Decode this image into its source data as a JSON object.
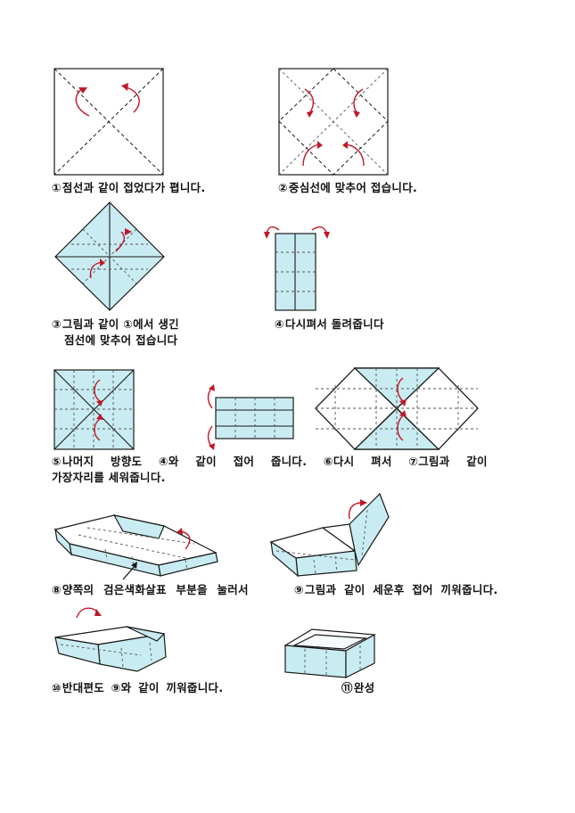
{
  "steps": [
    {
      "num": "①",
      "text": "점선과 같이 접었다가 폅니다."
    },
    {
      "num": "②",
      "text": "중심선에 맞추어 접습니다."
    },
    {
      "num": "③",
      "text": "그림과 같이 ①에서 생긴",
      "text2": "점선에 맞추어 접습니다"
    },
    {
      "num": "④",
      "text": "다시펴서 돌려줍니다"
    },
    {
      "num": "⑤",
      "text": "나머지 방향도 ④와 같이 접어 줍니다. ⑥다시 펴서 ⑦그림과 같이",
      "text2": "가장자리를 세워줍니다."
    },
    {
      "num": "⑧",
      "text": "양쪽의 검은색화살표 부분을 눌러서"
    },
    {
      "num": "⑨",
      "text": "그림과 같이 세운후 접어 끼워줍니다."
    },
    {
      "num": "⑩",
      "text": "반대편도 ⑨와 같이 끼워줍니다."
    },
    {
      "num": "⑪",
      "text": "완성"
    }
  ],
  "colors": {
    "paper": "#c9ecf2",
    "arrow": "#c0182a",
    "line": "#1a1a1a"
  }
}
